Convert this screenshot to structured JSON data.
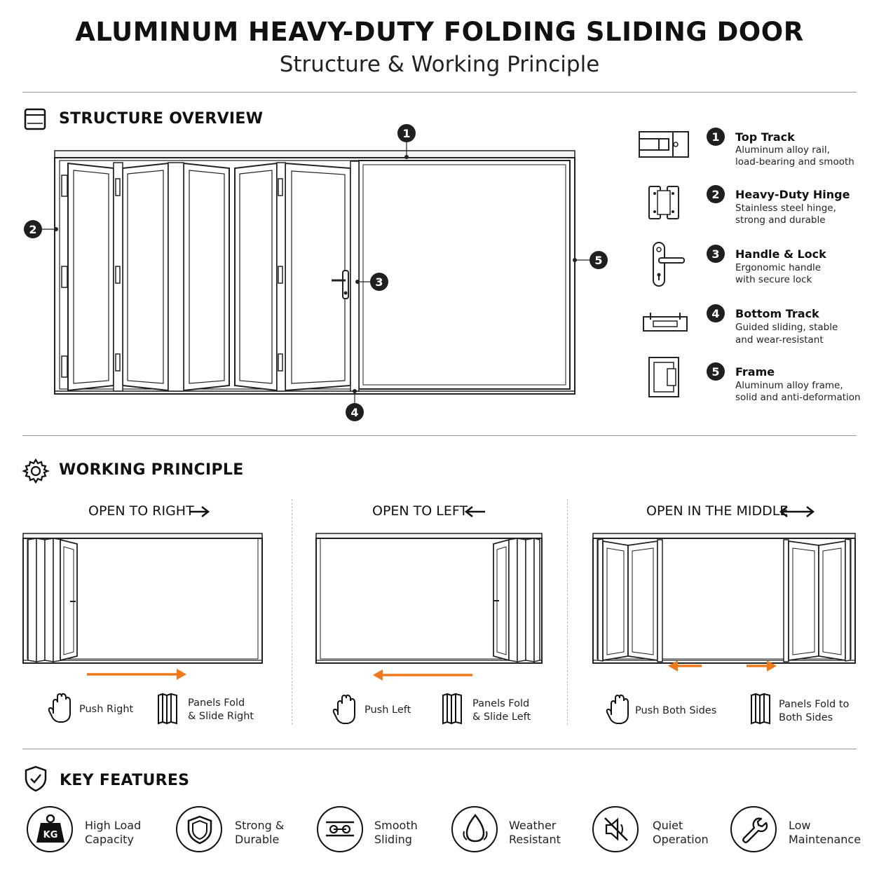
{
  "header": {
    "title": "ALUMINUM HEAVY-DUTY FOLDING SLIDING DOOR",
    "subtitle": "Structure & Working Principle"
  },
  "structure": {
    "section_title": "STRUCTURE OVERVIEW",
    "callouts": [
      "1",
      "2",
      "3",
      "4",
      "5"
    ],
    "legend": [
      {
        "num": "1",
        "name": "Top Track",
        "desc1": "Aluminum alloy rail,",
        "desc2": "load-bearing and smooth",
        "icon": "top-track-icon"
      },
      {
        "num": "2",
        "name": "Heavy-Duty Hinge",
        "desc1": "Stainless steel hinge,",
        "desc2": "strong and durable",
        "icon": "hinge-icon"
      },
      {
        "num": "3",
        "name": "Handle & Lock",
        "desc1": "Ergonomic handle",
        "desc2": "with secure lock",
        "icon": "handle-lock-icon"
      },
      {
        "num": "4",
        "name": "Bottom Track",
        "desc1": "Guided sliding, stable",
        "desc2": "and wear-resistant",
        "icon": "bottom-track-icon"
      },
      {
        "num": "5",
        "name": "Frame",
        "desc1": "Aluminum alloy frame,",
        "desc2": "solid and anti-deformation",
        "icon": "frame-icon"
      }
    ]
  },
  "working": {
    "section_title": "WORKING PRINCIPLE",
    "modes": [
      {
        "title": "OPEN TO RIGHT",
        "push": "Push Right",
        "fold1": "Panels Fold",
        "fold2": "& Slide Right"
      },
      {
        "title": "OPEN TO LEFT",
        "push": "Push Left",
        "fold1": "Panels Fold",
        "fold2": "& Slide Left"
      },
      {
        "title": "OPEN IN THE MIDDLE",
        "push": "Push Both Sides",
        "fold1": "Panels Fold to",
        "fold2": "Both Sides"
      }
    ]
  },
  "features": {
    "section_title": "KEY FEATURES",
    "items": [
      {
        "line1": "High Load",
        "line2": "Capacity",
        "icon": "weight-kg-icon",
        "icon_text": "KG"
      },
      {
        "line1": "Strong &",
        "line2": "Durable",
        "icon": "shield-icon"
      },
      {
        "line1": "Smooth",
        "line2": "Sliding",
        "icon": "roller-icon"
      },
      {
        "line1": "Weather",
        "line2": "Resistant",
        "icon": "water-drop-icon"
      },
      {
        "line1": "Quiet",
        "line2": "Operation",
        "icon": "mute-icon"
      },
      {
        "line1": "Low",
        "line2": "Maintenance",
        "icon": "wrench-icon"
      }
    ]
  },
  "colors": {
    "accent": "#ee7a1c",
    "ink": "#1a1a1a",
    "rule": "#9a9a9a"
  }
}
